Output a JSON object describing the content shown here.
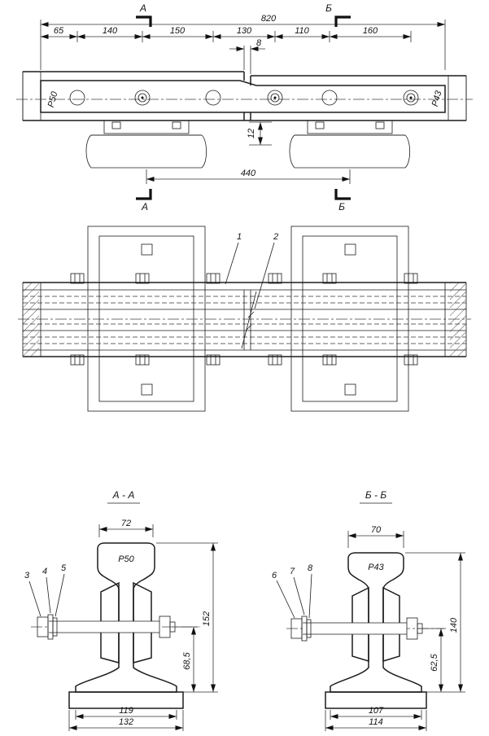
{
  "colors": {
    "ink": "#1c1c1c",
    "paper": "#ffffff"
  },
  "markers": {
    "a": "А",
    "b": "Б"
  },
  "elevation": {
    "dims": {
      "overall": "820",
      "seg1": "65",
      "seg2": "140",
      "seg3": "150",
      "seg4": "130",
      "seg5": "110",
      "seg6": "160",
      "gap": "8",
      "step": "12",
      "span": "440"
    },
    "rail_left": "Р50",
    "rail_right": "Р43"
  },
  "plan": {
    "callout_1": "1",
    "callout_2": "2"
  },
  "section_aa": {
    "title": "А - А",
    "rail": "Р50",
    "dims": {
      "head_width": "72",
      "height": "152",
      "bolt_height": "68,5",
      "foot_width": "119",
      "plate_width": "132"
    },
    "callouts": {
      "c3": "3",
      "c4": "4",
      "c5": "5"
    }
  },
  "section_bb": {
    "title": "Б - Б",
    "rail": "Р43",
    "dims": {
      "head_width": "70",
      "height": "140",
      "bolt_height": "62,5",
      "foot_width": "107",
      "plate_width": "114"
    },
    "callouts": {
      "c6": "6",
      "c7": "7",
      "c8": "8"
    }
  }
}
